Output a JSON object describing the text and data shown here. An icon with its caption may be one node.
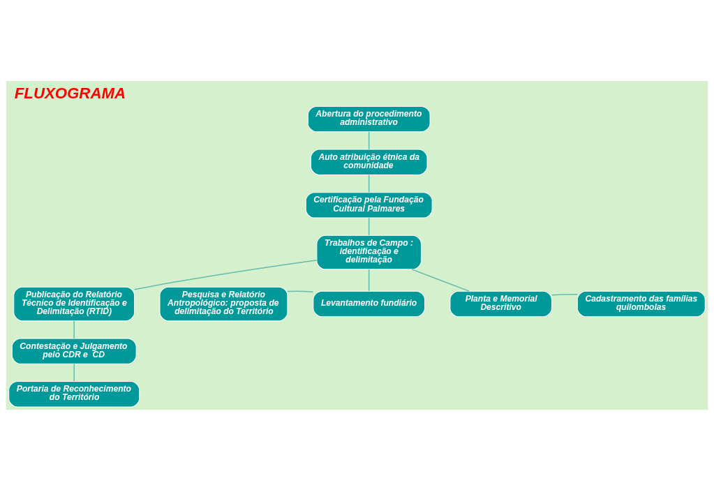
{
  "diagram": {
    "title": "FLUXOGRAMA",
    "nodes": [
      {
        "text": [
          "Abertura do procedimento administrativo"
        ]
      },
      {
        "text": [
          "Auto atribuição étnica da comunidade"
        ]
      },
      {
        "text": [
          "Certificação pela Fundação Cultural Palmares"
        ]
      },
      {
        "text": [
          "Trabalhos de Campo : identificação e delimitação"
        ]
      },
      {
        "text": [
          "Pesquisa e Relatório Antropológico: proposta de delimitação do Território"
        ]
      },
      {
        "text": [
          "Levantamento fundiário"
        ]
      },
      {
        "text": [
          "Planta e Memorial Descritivo"
        ]
      },
      {
        "text": [
          "Cadastramento das famílias quilombolas"
        ]
      },
      {
        "text": [
          "Publicação do Relatório Técnico de Identificação e Delimitação (RTID)"
        ]
      },
      {
        "text": [
          "Contestação e Julgamento pelo CDR e  CD"
        ]
      },
      {
        "text": [
          "Portaria de Reconhecimento do Território"
        ]
      }
    ],
    "edges": [
      {
        "from": 0,
        "to": 1,
        "arrow": "none"
      },
      {
        "from": 1,
        "to": 2,
        "arrow": "none"
      },
      {
        "from": 2,
        "to": 3,
        "arrow": "none"
      },
      {
        "from": 3,
        "to": 5,
        "arrow": "none"
      },
      {
        "from": 3,
        "to": 6,
        "arrow": "none"
      },
      {
        "from": 3,
        "to": 8,
        "arrow": "none"
      },
      {
        "from": 4,
        "to": 5,
        "arrow": "none"
      },
      {
        "from": 6,
        "to": 7,
        "arrow": "none"
      },
      {
        "from": 8,
        "to": 9,
        "arrow": "none"
      },
      {
        "from": 9,
        "to": 10,
        "arrow": "none"
      }
    ]
  }
}
